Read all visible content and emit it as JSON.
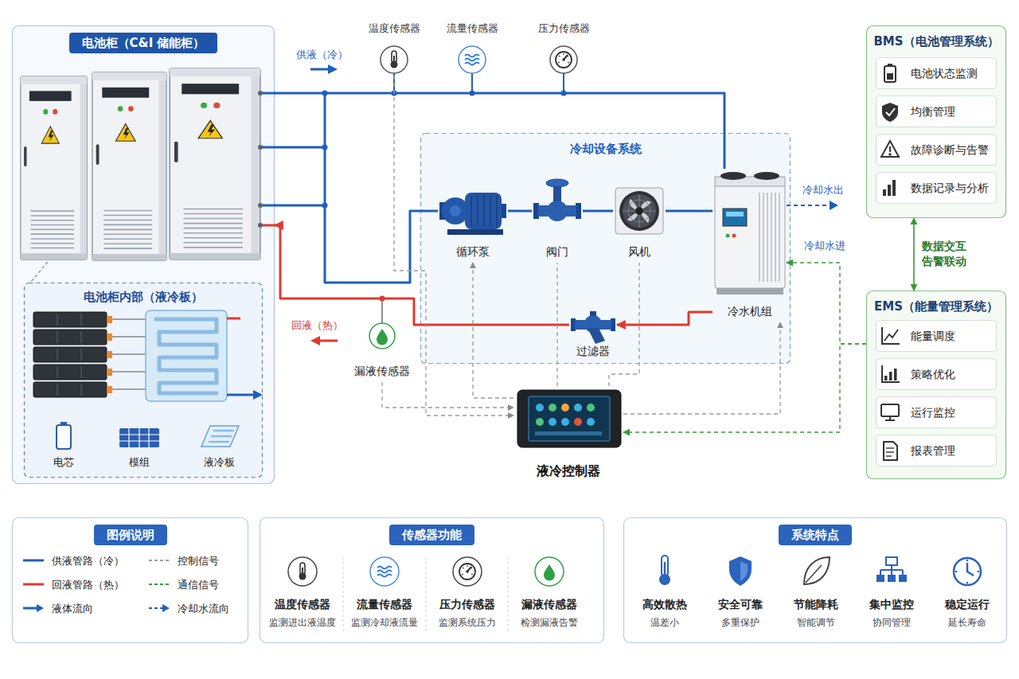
{
  "diagram": {
    "nodes": [
      {
        "text": [
          "电池柜（C&I 储能柜）"
        ]
      },
      {
        "text": [
          "电池柜内部（液冷板）"
        ],
        "in": 0
      },
      {
        "text": [
          "温度传感器"
        ]
      },
      {
        "text": [
          "流量传感器"
        ]
      },
      {
        "text": [
          "压力传感器"
        ]
      },
      {
        "text": [
          "冷却设备系统"
        ]
      },
      {
        "text": [
          "循环泵"
        ],
        "in": 5
      },
      {
        "text": [
          "阀门"
        ],
        "in": 5
      },
      {
        "text": [
          "风机"
        ],
        "in": 5
      },
      {
        "text": [
          "冷水机组"
        ],
        "in": 5
      },
      {
        "text": [
          "过滤器"
        ],
        "in": 5
      },
      {
        "text": [
          "漏液传感器"
        ]
      },
      {
        "text": [
          "液冷控制器"
        ]
      },
      {
        "text": [
          "BMS（电池管理系统）"
        ]
      },
      {
        "text": [
          "电池状态监测"
        ],
        "in": 13
      },
      {
        "text": [
          "均衡管理"
        ],
        "in": 13
      },
      {
        "text": [
          "故障诊断与告警"
        ],
        "in": 13
      },
      {
        "text": [
          "数据记录与分析"
        ],
        "in": 13
      },
      {
        "text": [
          "EMS（能量管理系统）"
        ]
      },
      {
        "text": [
          "能量调度"
        ],
        "in": 18
      },
      {
        "text": [
          "策略优化"
        ],
        "in": 18
      },
      {
        "text": [
          "运行监控"
        ],
        "in": 18
      },
      {
        "text": [
          "报表管理"
        ],
        "in": 18
      },
      {
        "text": [
          "图例说明"
        ]
      },
      {
        "text": [
          "传感器功能"
        ]
      },
      {
        "text": [
          "温度传感器",
          "监测进出液温度"
        ],
        "in": 24
      },
      {
        "text": [
          "流量传感器",
          "监测冷却液流量"
        ],
        "in": 24
      },
      {
        "text": [
          "压力传感器",
          "监测系统压力"
        ],
        "in": 24
      },
      {
        "text": [
          "漏液传感器",
          "检测漏液告警"
        ],
        "in": 24
      },
      {
        "text": [
          "系统特点"
        ]
      },
      {
        "text": [
          "高效散热",
          "温差小"
        ],
        "in": 29
      },
      {
        "text": [
          "安全可靠",
          "多重保护"
        ],
        "in": 29
      },
      {
        "text": [
          "节能降耗",
          "智能调节"
        ],
        "in": 29
      },
      {
        "text": [
          "集中监控",
          "协同管理"
        ],
        "in": 29
      },
      {
        "text": [
          "稳定运行",
          "延长寿命"
        ],
        "in": 29
      }
    ],
    "edges": [
      {
        "from": 6,
        "to": 7,
        "arrow": "none"
      },
      {
        "from": 7,
        "to": 8,
        "arrow": "none"
      },
      {
        "from": 8,
        "to": 9,
        "arrow": "none"
      },
      {
        "from": 9,
        "to": 0,
        "arrow": "none"
      },
      {
        "from": 6,
        "to": 0,
        "arrow": "none"
      },
      {
        "from": 9,
        "to": 10,
        "arrow": "to"
      },
      {
        "from": 10,
        "to": 0,
        "arrow": "to"
      },
      {
        "from": 2,
        "to": 12,
        "arrow": "to"
      },
      {
        "from": 11,
        "to": 12,
        "arrow": "to"
      },
      {
        "from": 12,
        "to": 6,
        "arrow": "to"
      },
      {
        "from": 12,
        "to": 7,
        "arrow": "none"
      },
      {
        "from": 12,
        "to": 8,
        "arrow": "none"
      },
      {
        "from": 12,
        "to": 9,
        "arrow": "to"
      },
      {
        "from": 18,
        "to": 12,
        "arrow": "to"
      },
      {
        "from": 18,
        "to": 9,
        "arrow": "to"
      },
      {
        "from": 13,
        "to": 18,
        "label": "数据交互 告警联动",
        "arrow": "both"
      }
    ],
    "labels": [
      "供液（冷）",
      "回液（热）",
      "冷却水出",
      "冷却水进",
      "电芯",
      "模组",
      "液冷板"
    ],
    "legend": [
      {
        "text": "供液管路（冷）"
      },
      {
        "text": "回液管路（热）"
      },
      {
        "text": "液体流向"
      },
      {
        "text": "控制信号"
      },
      {
        "text": "通信信号"
      },
      {
        "text": "冷却水流向"
      }
    ]
  }
}
